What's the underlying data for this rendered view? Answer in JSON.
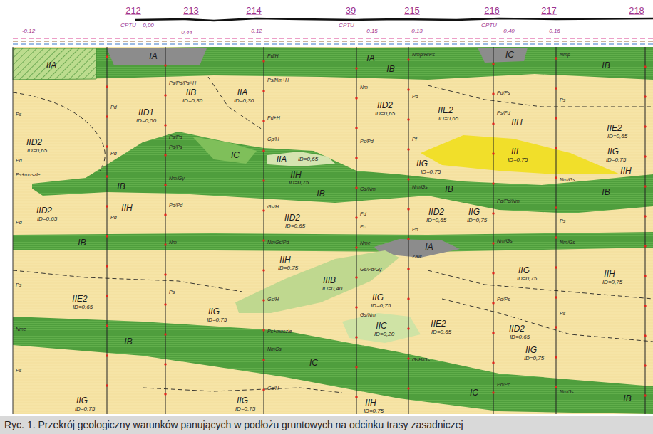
{
  "diagram": {
    "caption": "Ryc. 1. Przekrój geologiczny warunków panujących w podłożu gruntowych na odcinku trasy zasadniczej",
    "labels": [
      "212",
      "213",
      "214",
      "39",
      "215",
      "216",
      "217",
      "218",
      "CPTU",
      "0,00",
      "-0,12",
      "0,44",
      "0,12",
      "CPTU",
      "0,15",
      "0,13",
      "CPTU",
      "0,40",
      "0,16",
      "IIA",
      "IA",
      "IA",
      "IB",
      "IC",
      "IB",
      "IIB",
      "ID=0,30",
      "IIA",
      "ID=0,30",
      "IID1",
      "ID=0,50",
      "IID2",
      "ID=0,65",
      "IID2",
      "ID=0,65",
      "IIE2",
      "ID=0,65",
      "IIH",
      "IIE2",
      "ID=0,65",
      "IIG",
      "ID=0,75",
      "IIH",
      "III",
      "ID=0,75",
      "IC",
      "IIA",
      "ID=0,65",
      "IIH",
      "ID=0,75",
      "IIG",
      "ID=0,75",
      "IB",
      "IB",
      "IB",
      "IB",
      "IIH",
      "IID2",
      "ID=0,65",
      "IID2",
      "ID=0,65",
      "IID2",
      "ID=0,65",
      "IIG",
      "ID=0,75",
      "IB",
      "IA",
      "IIH",
      "ID=0,75",
      "IIIB",
      "ID=0,40",
      "IIG",
      "ID=0,75",
      "IIG",
      "ID=0,75",
      "IIH",
      "ID=0,75",
      "IIE2",
      "ID=0,65",
      "IIG",
      "ID=0,75",
      "IIC",
      "ID=0,20",
      "IIE2",
      "ID=0,65",
      "IID2",
      "ID=0,65",
      "IIG",
      "ID=0,75",
      "IB",
      "IC",
      "IC",
      "IB",
      "IIG",
      "ID=0,75",
      "IIG",
      "ID=0,75",
      "IIH",
      "ID=0,75",
      "Ps",
      "Pd",
      "Ps+muszle",
      "Pd",
      "Ps",
      "Nmc",
      "Ps",
      "Pd",
      "Pd",
      "Pd",
      "Ps/Pd/Ps+H",
      "Ps/Pd",
      "Pd/Ps",
      "Nm/Gy",
      "Pd/Pd",
      "Nm",
      "Ps",
      "Pd/H",
      "Ps/Nm+H",
      "Pd+H",
      "Gp/H",
      "Gs/H",
      "NmGs/Pd",
      "Gs/H",
      "Ps+muszle",
      "NmGs",
      "Gs/H",
      "Nm",
      "Ps/Pd",
      "Gs/Nm",
      "Pd",
      "Pc",
      "Nmc",
      "Gs/Pd/Gy",
      "Gs/Nm",
      "Nmp/H/Ps",
      "Pd",
      "Pf",
      "Nm/Gs",
      "Pd",
      "Zaw",
      "GsH/Gs",
      "Pd/Ps",
      "Ps/Pd",
      "Pd/Pd/Nm",
      "Nm/Gs",
      "Pd/Ps",
      "Pd/Pc",
      "Nmp",
      "Ps",
      "Nm/Gs",
      "Ps",
      "Nm/Gs",
      "Ps",
      "NmGs"
    ]
  }
}
